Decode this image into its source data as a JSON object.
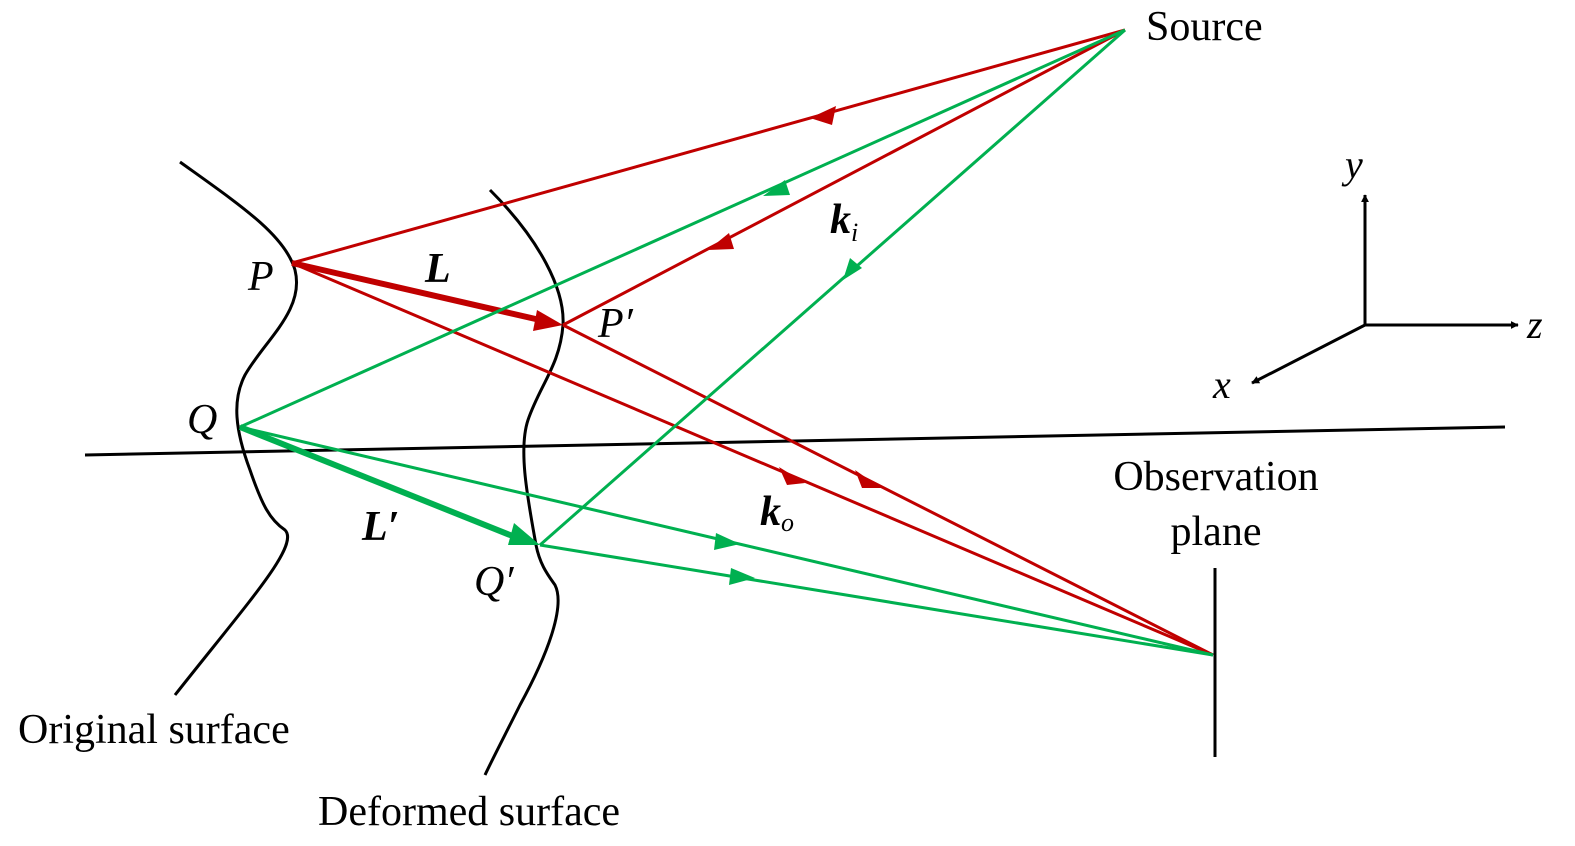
{
  "title": "Speckle interferometry geometry: surface deformation",
  "colors": {
    "ray_p": "#c00000",
    "ray_q": "#00b050",
    "surface": "#000000",
    "axis": "#000000"
  },
  "labels": {
    "source": "Source",
    "point_p": "P",
    "point_p_prime": "P′",
    "point_q": "Q",
    "point_q_prime": "Q′",
    "vector_l": "L",
    "vector_l_prime": "L′",
    "k_i_main": "k",
    "k_i_sub": "i",
    "k_o_main": "k",
    "k_o_sub": "o",
    "observation_line1": "Observation",
    "observation_line2": "plane",
    "original_surface": "Original surface",
    "deformed_surface": "Deformed surface"
  },
  "axes": {
    "x": "x",
    "y": "y",
    "z": "z"
  }
}
